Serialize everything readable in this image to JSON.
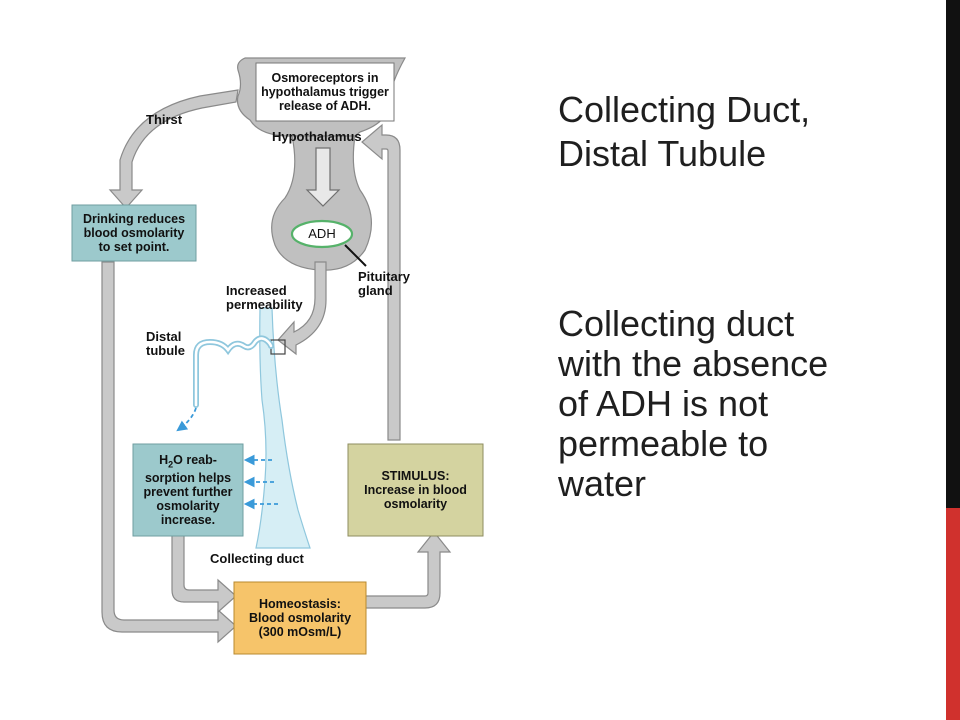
{
  "slide": {
    "title_lines": [
      "Collecting Duct,",
      "Distal Tubule"
    ],
    "body_lines": [
      "Collecting duct",
      "with the absence",
      "of ADH is not",
      "permeable to",
      "water"
    ],
    "accent_color": "#d0312d",
    "bar_color": "#111111"
  },
  "diagram": {
    "osmoreceptor_lines": [
      "Osmoreceptors in",
      "hypothalamus trigger",
      "release of ADH."
    ],
    "hypothalamus_label": "Hypothalamus",
    "thirst_label": "Thirst",
    "drinking_lines": [
      "Drinking reduces",
      "blood osmolarity",
      "to set point."
    ],
    "adh_label": "ADH",
    "pituitary_lines": [
      "Pituitary",
      "gland"
    ],
    "increased_permeability_lines": [
      "Increased",
      "permeability"
    ],
    "distal_tubule_lines": [
      "Distal",
      "tubule"
    ],
    "h2o_lines": [
      "H",
      "2",
      "O reab-",
      "sorption helps",
      "prevent further",
      "osmolarity",
      "increase."
    ],
    "collecting_duct_label": "Collecting duct",
    "stimulus_lines": [
      "STIMULUS:",
      "Increase in blood",
      "osmolarity"
    ],
    "homeostasis_lines": [
      "Homeostasis:",
      "Blood osmolarity",
      "(300 mOsm/L)"
    ],
    "colors": {
      "teal_box": "#9cc9cc",
      "olive_box": "#d4d3a0",
      "orange_box": "#f6c46a",
      "arrow_fill": "#c9c9c9",
      "arrow_stroke": "#8a8a8a",
      "brain_fill": "#c0c0c0",
      "duct_fill": "#d6eef5",
      "water_arrow": "#3a9ad9"
    }
  }
}
